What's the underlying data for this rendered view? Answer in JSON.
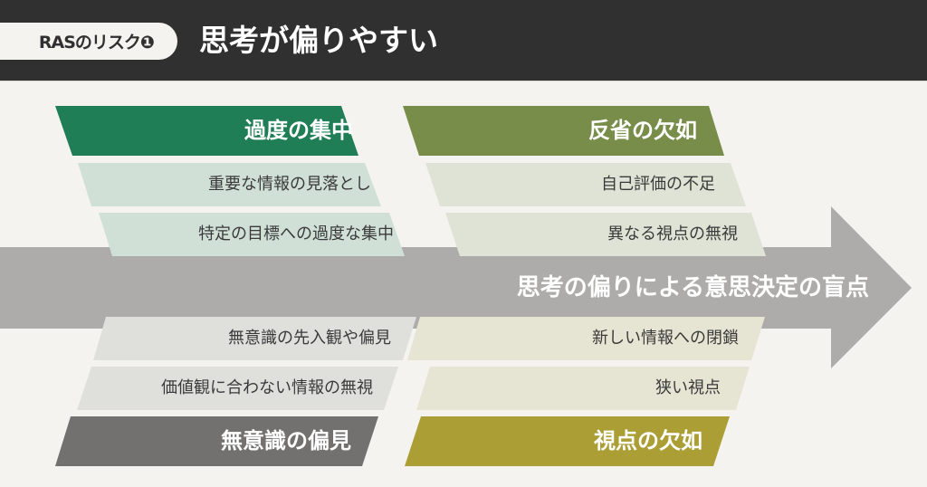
{
  "header": {
    "badge": "RASのリスク❶",
    "title": "思考が偏りやすい"
  },
  "colors": {
    "topbar": "#303030",
    "background": "#f4f3ef",
    "arrow": "#adacaa",
    "focus_header": "#1f7e56",
    "focus_item": "#d1e0d7",
    "reflection_header": "#788d4a",
    "reflection_item": "#dfe3d6",
    "bias_header": "#727170",
    "bias_item": "#dfe0dc",
    "perspective_header": "#aa9e34",
    "perspective_item": "#e6e4d3"
  },
  "arrow": {
    "label": "思考の偏りによる意思決定の盲点"
  },
  "branches": {
    "focus": {
      "title": "過度の集中",
      "items": [
        "重要な情報の見落とし",
        "特定の目標への過度な集中"
      ]
    },
    "reflection": {
      "title": "反省の欠如",
      "items": [
        "自己評価の不足",
        "異なる視点の無視"
      ]
    },
    "bias": {
      "title": "無意識の偏見",
      "items": [
        "無意識の先入観や偏見",
        "価値観に合わない情報の無視"
      ]
    },
    "perspective": {
      "title": "視点の欠如",
      "items": [
        "新しい情報への閉鎖",
        "狭い視点"
      ]
    }
  }
}
